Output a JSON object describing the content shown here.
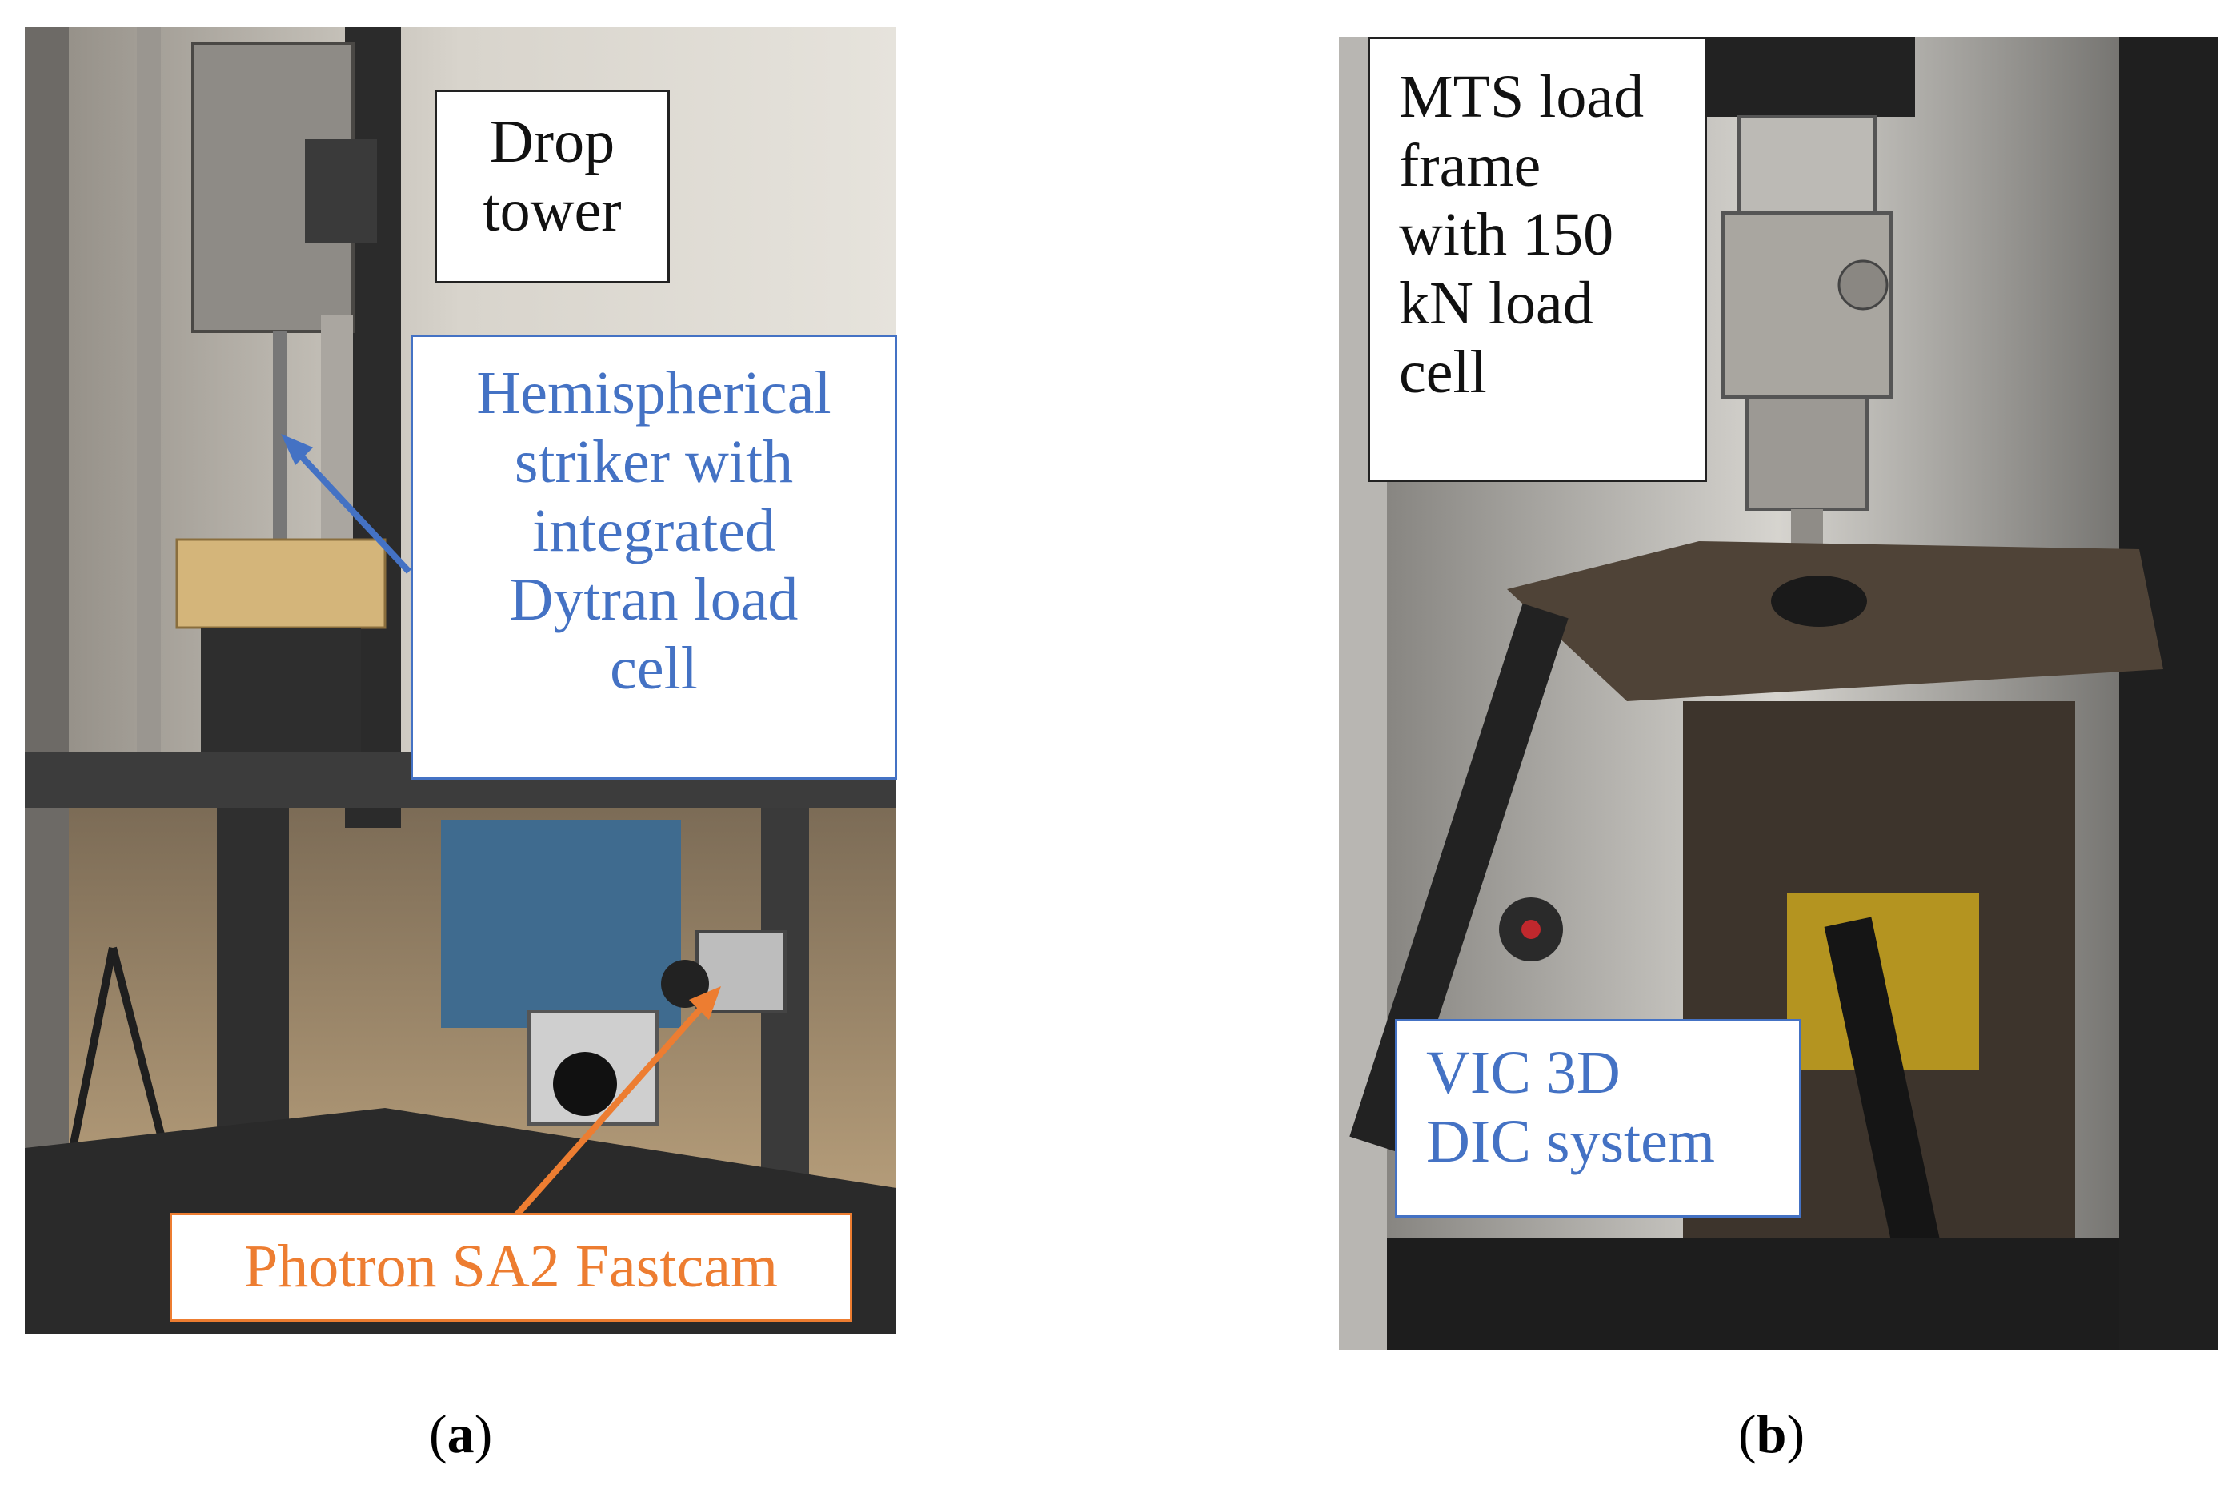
{
  "panels": {
    "a": {
      "callouts": {
        "drop_tower": "Drop\ntower",
        "striker": "Hemispherical\nstriker with\nintegrated\nDytran load\ncell",
        "camera": "Photron SA2 Fastcam"
      },
      "caption": {
        "open": "(",
        "letter": "a",
        "close": ")"
      }
    },
    "b": {
      "callouts": {
        "load_frame": "MTS load\nframe\nwith 150\nkN load\ncell",
        "dic": "VIC 3D\nDIC system"
      },
      "caption": {
        "open": "(",
        "letter": "b",
        "close": ")"
      }
    }
  },
  "colors": {
    "callout_black": "#222222",
    "callout_blue": "#4472c4",
    "callout_orange": "#ed7d31"
  }
}
